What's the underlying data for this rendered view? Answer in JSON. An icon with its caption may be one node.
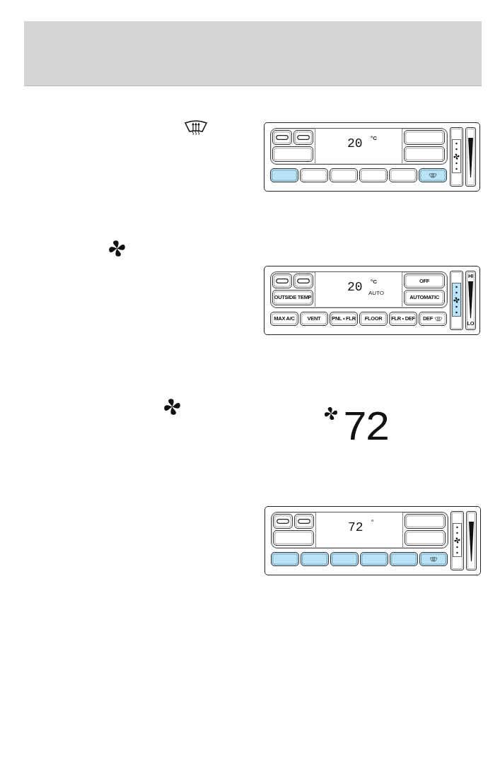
{
  "diagram": {
    "labels": [
      "20",
      "°C",
      "20",
      "°C",
      "OFF",
      "HI",
      "OUTSIDE TEMP",
      "AUTO",
      "AUTOMATIC",
      "MAX A/C",
      "VENT",
      "PNL • FLR",
      "FLOOR",
      "FLR • DEF",
      "DEF",
      "LO",
      "72",
      "72",
      "°"
    ]
  }
}
